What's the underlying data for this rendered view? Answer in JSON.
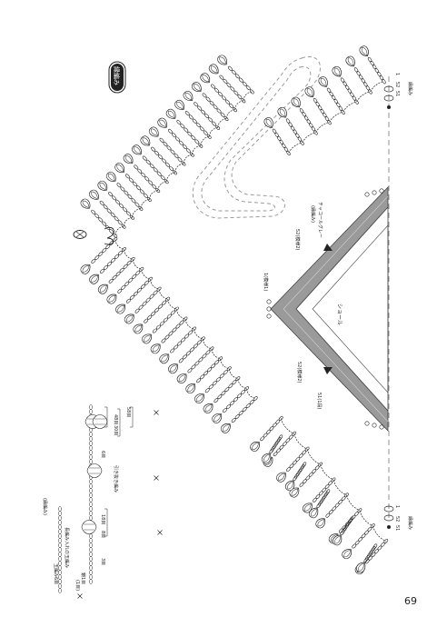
{
  "title_badge": "縁編み",
  "page_number": "69",
  "labels": {
    "shawl": "ショール",
    "edge_knit_top": "(縁編み)",
    "charcoal_gray": "チャコールグレー",
    "rows_52_top": "52(模様2)",
    "rows_1_top": "1(模様1)",
    "rows_52_bottom": "52(模様2)",
    "rows_51_bottom": "51(1段)",
    "edge_note_right": "縁編み",
    "edge_note_right_bottom": "縁編み",
    "row_1_top": "1",
    "row_52_top": "52",
    "row_51_top": "51",
    "row_1_bottom": "1",
    "row_52_bottom": "52",
    "row_51_bottom": "51"
  },
  "legend": {
    "title": "(縁編み)",
    "item_tama": "玉編み6目",
    "item_chain": "鎖1目",
    "item_long": "長編み入れの玉編み",
    "item_3ch": "3目",
    "item_8": "8目",
    "item_18": "18目",
    "item_start": "(1目)",
    "item_gather": "引き抜き編み",
    "item_6": "6目",
    "item_30": "30目",
    "item_48": "48目",
    "item_58": "58目"
  },
  "colors": {
    "ink": "#222222",
    "band": "#9a9a9a",
    "band_light": "#c8c8c8"
  }
}
